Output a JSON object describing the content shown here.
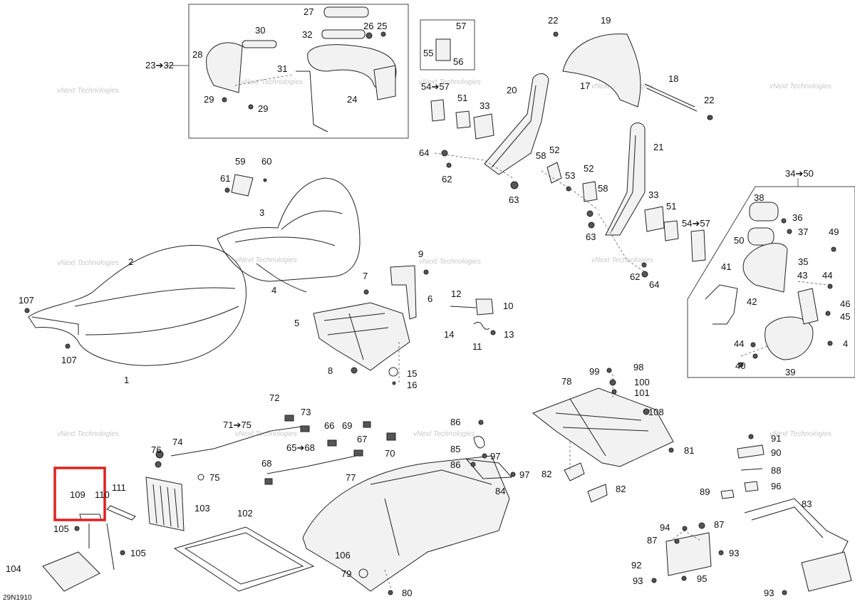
{
  "diagram": {
    "figure_code": "29N1910",
    "watermark": "vNext Technologies",
    "callouts": {
      "c1": "1",
      "c2": "2",
      "c3": "3",
      "c4": "4",
      "c4b": "4",
      "c5": "5",
      "c6": "6",
      "c7": "7",
      "c8": "8",
      "c9": "9",
      "c10": "10",
      "c11": "11",
      "c12": "12",
      "c13": "13",
      "c14": "14",
      "c15": "15",
      "c16": "16",
      "c17": "17",
      "c18": "18",
      "c19": "19",
      "c20": "20",
      "c21": "21",
      "c22a": "22",
      "c22b": "22",
      "c23": "23➔32",
      "c24": "24",
      "c25": "25",
      "c26": "26",
      "c27": "27",
      "c28": "28",
      "c29a": "29",
      "c29b": "29",
      "c30": "30",
      "c31": "31",
      "c32": "32",
      "c33a": "33",
      "c33b": "33",
      "c34": "34➔50",
      "c35": "35",
      "c36": "36",
      "c37": "37",
      "c38": "38",
      "c39": "39",
      "c40": "40",
      "c41": "41",
      "c42": "42",
      "c43": "43",
      "c44a": "44",
      "c44b": "44",
      "c45": "45",
      "c46": "46",
      "c49": "49",
      "c50": "50",
      "c51a": "51",
      "c51b": "51",
      "c52a": "52",
      "c52b": "52",
      "c53": "53",
      "c54a": "54➔57",
      "c54b": "54➔57",
      "c55": "55",
      "c56": "56",
      "c57": "57",
      "c58a": "58",
      "c58b": "58",
      "c59": "59",
      "c60": "60",
      "c61": "61",
      "c62a": "62",
      "c62b": "62",
      "c63a": "63",
      "c63b": "63",
      "c64a": "64",
      "c64b": "64",
      "c65": "65➔68",
      "c66": "66",
      "c67": "67",
      "c68": "68",
      "c69": "69",
      "c70": "70",
      "c71": "71➔75",
      "c72": "72",
      "c73": "73",
      "c74": "74",
      "c75": "75",
      "c76": "76",
      "c77": "77",
      "c78": "78",
      "c79": "79",
      "c80": "80",
      "c81": "81",
      "c82a": "82",
      "c82b": "82",
      "c83": "83",
      "c84": "84",
      "c85": "85",
      "c86a": "86",
      "c86b": "86",
      "c87a": "87",
      "c87b": "87",
      "c88": "88",
      "c89": "89",
      "c90": "90",
      "c91": "91",
      "c92": "92",
      "c93a": "93",
      "c93b": "93",
      "c93c": "93",
      "c94": "94",
      "c95": "95",
      "c96": "96",
      "c97a": "97",
      "c97b": "97",
      "c98": "98",
      "c99": "99",
      "c100": "100",
      "c101": "101",
      "c102": "102",
      "c103": "103",
      "c104": "104",
      "c105a": "105",
      "c105b": "105",
      "c106": "106",
      "c107a": "107",
      "c107b": "107",
      "c108": "108",
      "c109": "109",
      "c110": "110",
      "c111": "111"
    },
    "highlight_color": "#e02020"
  }
}
